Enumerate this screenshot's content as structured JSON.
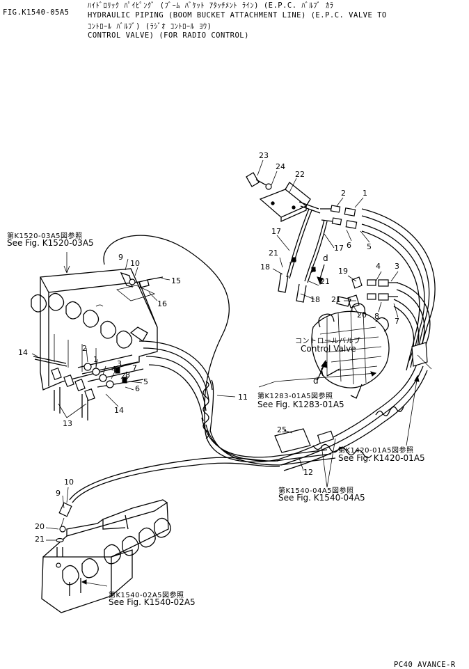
{
  "header": {
    "fig_code": "FIG.K1540-05A5",
    "line1": "ﾊｲﾄﾞﾛﾘｯｸ ﾊﾟｲﾋﾟﾝｸﾞ (ﾌﾞｰﾑ ﾊﾞｹｯﾄ ｱﾀｯﾁﾒﾝﾄ ﾗｲﾝ) (E.P.C. ﾊﾞﾙﾌﾞ ｶﾗ",
    "line2": "HYDRAULIC PIPING (BOOM BUCKET ATTACHMENT LINE) (E.P.C. VALVE TO",
    "line3": "ｺﾝﾄﾛｰﾙ ﾊﾞﾙﾌﾞ) (ﾗｼﾞｵ ｺﾝﾄﾛｰﾙ ﾖｳ)",
    "line4": "CONTROL VALVE) (FOR RADIO CONTROL)"
  },
  "references": {
    "k1520_jp": "第K1520-03A5図参照",
    "k1520_en": "See Fig. K1520-03A5",
    "k1283_jp": "第K1283-01A5図参照",
    "k1283_en": "See Fig. K1283-01A5",
    "k1420_jp": "第K1420-01A5図参照",
    "k1420_en": "See Fig. K1420-01A5",
    "k1540_04_jp": "第K1540-04A5図参照",
    "k1540_04_en": "See Fig. K1540-04A5",
    "k1540_02_jp": "第K1540-02A5図参照",
    "k1540_02_en": "See Fig. K1540-02A5"
  },
  "control_valve": {
    "label_jp": "コントロールバルブ",
    "label_en": "Control Valve"
  },
  "part_numbers": {
    "p23": "23",
    "p24": "24",
    "p22": "22",
    "p2a": "2",
    "p1a": "1",
    "p17a": "17",
    "p17b": "17",
    "p6a": "6",
    "p5a": "5",
    "p21a": "21",
    "p18a": "18",
    "d_top": "d",
    "p21b": "21",
    "p18b": "18",
    "p19": "19",
    "p4a": "4",
    "p3a": "3",
    "p21c": "21",
    "p20a": "20",
    "p8a": "8",
    "p7a": "7",
    "d_bottom": "d",
    "p9a": "9",
    "p10a": "10",
    "p15": "15",
    "p16": "16",
    "p14a": "14",
    "p2b": "2",
    "p1b": "1",
    "p3b": "3",
    "p4b": "4",
    "p7b": "7",
    "p8b": "8",
    "p5b": "5",
    "p6b": "6",
    "p14b": "14",
    "p13": "13",
    "p11": "11",
    "p25": "25",
    "p12": "12",
    "p10b": "10",
    "p9b": "9",
    "p20b": "20",
    "p21d": "21"
  },
  "footer": {
    "text": "PC40 AVANCE-R"
  }
}
